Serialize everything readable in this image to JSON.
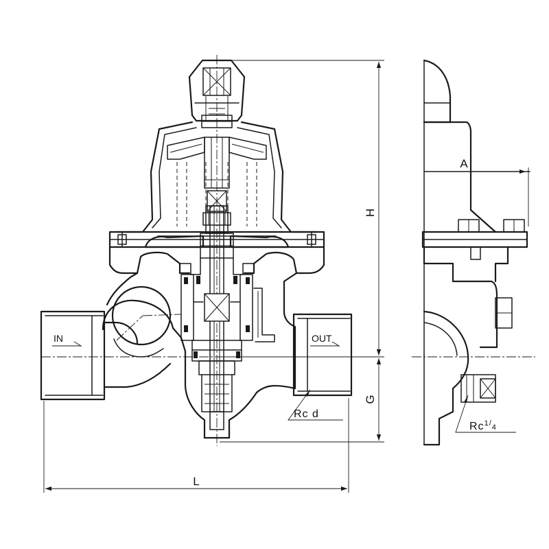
{
  "labels": {
    "inlet": "IN",
    "outlet": "OUT",
    "thread_main": "Rc d",
    "thread_gauge_prefix": "Rc",
    "thread_gauge_num": "1",
    "thread_gauge_den": "4"
  },
  "dimensions": {
    "height": "H",
    "lower_height": "G",
    "length": "L",
    "side_offset": "A"
  },
  "colors": {
    "line": "#1a1a1a",
    "background": "#ffffff"
  }
}
